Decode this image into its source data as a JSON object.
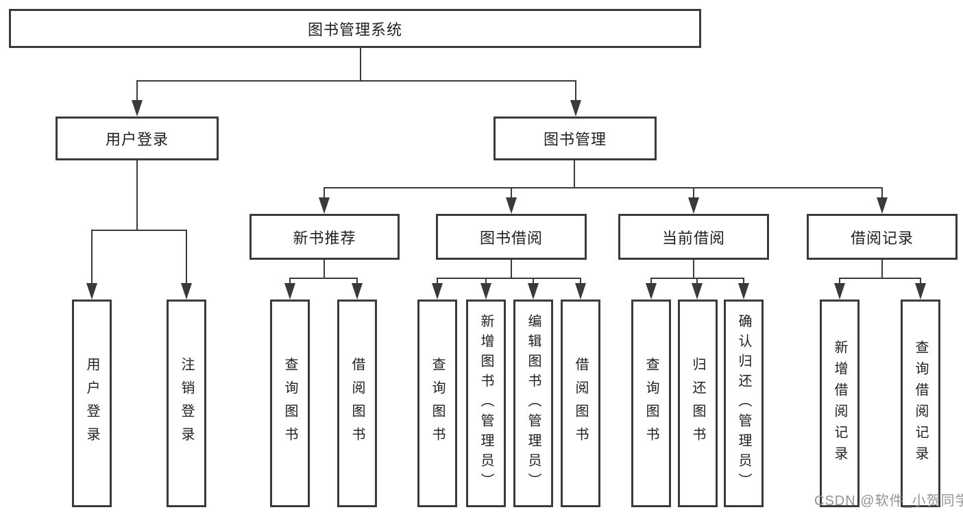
{
  "colors": {
    "line": "#3a3a3a",
    "text": "#1f1f1f",
    "background": "#ffffff",
    "watermark": "#8f9499"
  },
  "diagram": {
    "root": {
      "label": "图书管理系统"
    },
    "level2": [
      {
        "label": "用户登录"
      },
      {
        "label": "图书管理"
      }
    ],
    "level3": [
      {
        "parent": "图书管理",
        "label": "新书推荐"
      },
      {
        "parent": "图书管理",
        "label": "图书借阅"
      },
      {
        "parent": "图书管理",
        "label": "当前借阅"
      },
      {
        "parent": "图书管理",
        "label": "借阅记录"
      }
    ],
    "leaves": [
      {
        "parent": "用户登录",
        "label": "用户登录"
      },
      {
        "parent": "用户登录",
        "label": "注销登录"
      },
      {
        "parent": "新书推荐",
        "label": "查询图书"
      },
      {
        "parent": "新书推荐",
        "label": "借阅图书"
      },
      {
        "parent": "图书借阅",
        "label": "查询图书"
      },
      {
        "parent": "图书借阅",
        "label": "新增图书（管理员）"
      },
      {
        "parent": "图书借阅",
        "label": "编辑图书（管理员）"
      },
      {
        "parent": "图书借阅",
        "label": "借阅图书"
      },
      {
        "parent": "当前借阅",
        "label": "查询图书"
      },
      {
        "parent": "当前借阅",
        "label": "归还图书"
      },
      {
        "parent": "当前借阅",
        "label": "确认归还（管理员）"
      },
      {
        "parent": "借阅记录",
        "label": "新增借阅记录"
      },
      {
        "parent": "借阅记录",
        "label": "查询借阅记录"
      }
    ],
    "watermark": "CSDN @软件_小贺同学"
  }
}
